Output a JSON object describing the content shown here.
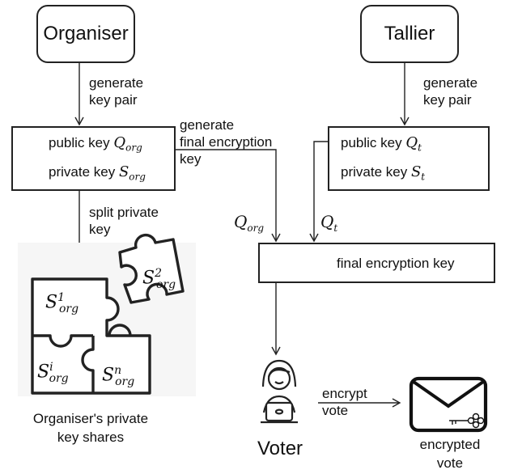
{
  "nodes": {
    "organiser": "Organiser",
    "tallier": "Tallier",
    "voter": "Voter"
  },
  "edges": {
    "org_generate": [
      "generate",
      "key pair"
    ],
    "tal_generate": [
      "generate",
      "key pair"
    ],
    "final_gen": [
      "generate",
      "final encryption",
      "key"
    ],
    "split": [
      "split private",
      "key"
    ],
    "encrypt": [
      "encrypt",
      "vote"
    ]
  },
  "org_keys": {
    "public_label": "public key",
    "public_sym": "Q",
    "public_sub": "org",
    "private_label": "private key",
    "private_sym": "S",
    "private_sub": "org"
  },
  "tal_keys": {
    "public_label": "public key",
    "public_sym": "Q",
    "public_sub": "t",
    "private_label": "private key",
    "private_sym": "S",
    "private_sub": "t"
  },
  "wire_labels": {
    "q_org_sym": "Q",
    "q_org_sub": "org",
    "q_t_sym": "Q",
    "q_t_sub": "t"
  },
  "final_key": "final encryption key",
  "shares": {
    "sym": "S",
    "sub": "org",
    "s1": "1",
    "s2": "2",
    "si": "i",
    "sn": "n",
    "caption": [
      "Organiser's private",
      "key shares"
    ]
  },
  "encrypted_vote": [
    "encrypted",
    "vote"
  ],
  "colors": {
    "stroke": "#222222",
    "puzzle_fill": "#ffffff",
    "puzzle_bg": "#f6f6f6"
  }
}
